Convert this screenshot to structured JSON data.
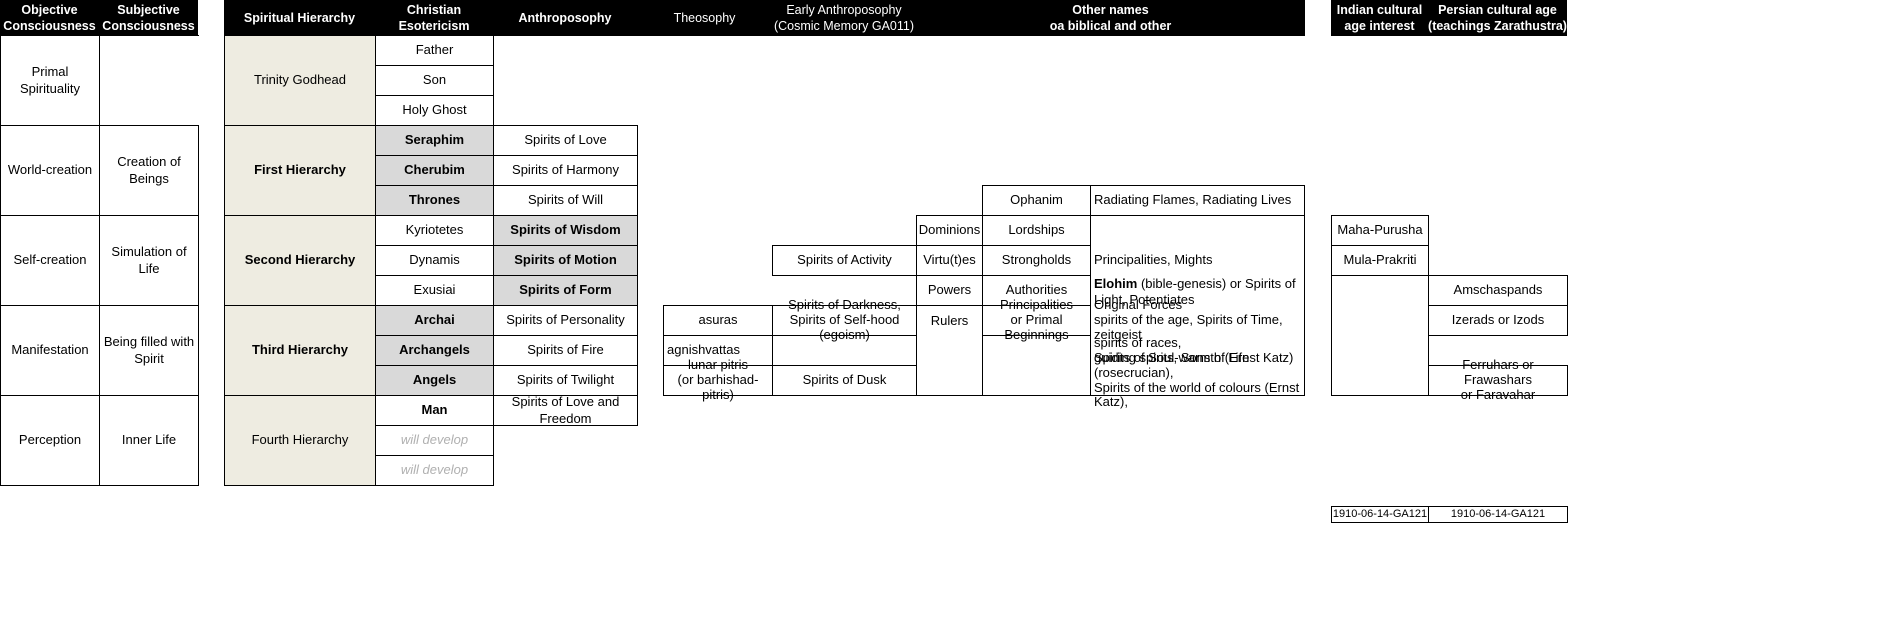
{
  "headers": {
    "objective": "Objective Consciousness",
    "subjective": "Subjective Consciousness",
    "hierarchy": "Spiritual Hierarchy",
    "christian": "Christian Esotericism",
    "anthroposophy": "Anthroposophy",
    "theosophy": "Theosophy",
    "early": "Early Anthroposophy\n(Cosmic Memory GA011)",
    "other": "Other names\noa biblical and other",
    "indian": "Indian cultural age interest",
    "persian": "Persian cultural age\n(teachings Zarathustra)"
  },
  "objective": [
    "Primal Spirituality",
    "World-creation",
    "Self-creation",
    "Manifestation",
    "Perception"
  ],
  "subjective": [
    "",
    "Creation of Beings",
    "Simulation of Life",
    "Being filled with Spirit",
    "Inner Life"
  ],
  "hierarchies": [
    "Trinity Godhead",
    "First Hierarchy",
    "Second Hierarchy",
    "Third Hierarchy",
    "Fourth Hierarchy"
  ],
  "christian": [
    "Father",
    "Son",
    "Holy Ghost",
    "Seraphim",
    "Cherubim",
    "Thrones",
    "Kyriotetes",
    "Dynamis",
    "Exusiai",
    "Archai",
    "Archangels",
    "Angels",
    "Man",
    "will develop",
    "will develop"
  ],
  "anthroposophy": [
    "Spirits of Love",
    "Spirits of Harmony",
    "Spirits of Will",
    "Spirits of Wisdom",
    "Spirits of Motion",
    "Spirits of Form",
    "Spirits of Personality",
    "Spirits of Fire",
    "Spirits of Twilight",
    "Spirits of Love and Freedom"
  ],
  "theosophy": [
    "asuras",
    "agnishvattas",
    "lunar pitris\n(or barhishad-pitris)"
  ],
  "early": [
    "Spirits of Activity",
    "Spirits of Darkness,\nSpirits of Self-hood (egoism)",
    "",
    "Spirits of Dusk"
  ],
  "other_col1": [
    "Dominions",
    "Virtu(t)es",
    "Powers",
    "Rulers"
  ],
  "other_col2": [
    "Ophanim",
    "Lordships",
    "Strongholds",
    "Authorities",
    "Principalities\nor Primal Beginnings"
  ],
  "other_col3": {
    "r1": "Radiating Flames, Radiating Lives",
    "r2": "Principalities, Mights",
    "r3_bold": "Elohim",
    "r3_rest": " (bible-genesis) or Spirits of Light, Potentiates",
    "r4": "Original Forces\nspirits of the age, Spirits of Time, zeitgeist",
    "r5": "spirits of races,\nSpirits of Soul-warmth (Ernst Katz)",
    "r6": "guiding spirits, Sons of Life (rosecrucian),\nSpirits of the world of colours (Ernst Katz),"
  },
  "indian": [
    "Maha-Purusha",
    "Mula-Prakriti"
  ],
  "persian": [
    "Amschaspands",
    "Izerads or Izods",
    "Ferruhars or Frawashars\nor Faravahar"
  ],
  "footer": {
    "indian_ref": "1910-06-14-GA121",
    "persian_ref": "1910-06-14-GA121"
  }
}
